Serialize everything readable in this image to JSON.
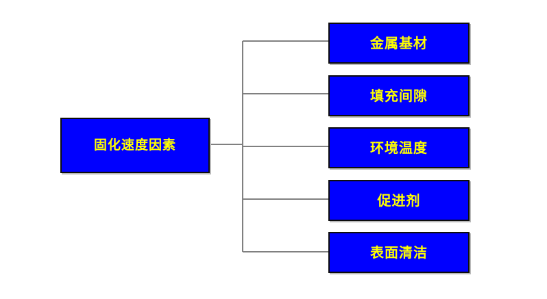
{
  "diagram": {
    "type": "tree",
    "orientation": "left-to-right",
    "background_color": "#ffffff",
    "node_fill_color": "#0000ff",
    "node_text_color": "#ffff00",
    "node_border_color": "#0d0d0d",
    "connector_color": "#808080",
    "root": {
      "label": "固化速度因素"
    },
    "children": [
      {
        "label": "金属基材"
      },
      {
        "label": "填充间隙"
      },
      {
        "label": "环境温度"
      },
      {
        "label": "促进剂"
      },
      {
        "label": "表面清洁"
      }
    ]
  }
}
